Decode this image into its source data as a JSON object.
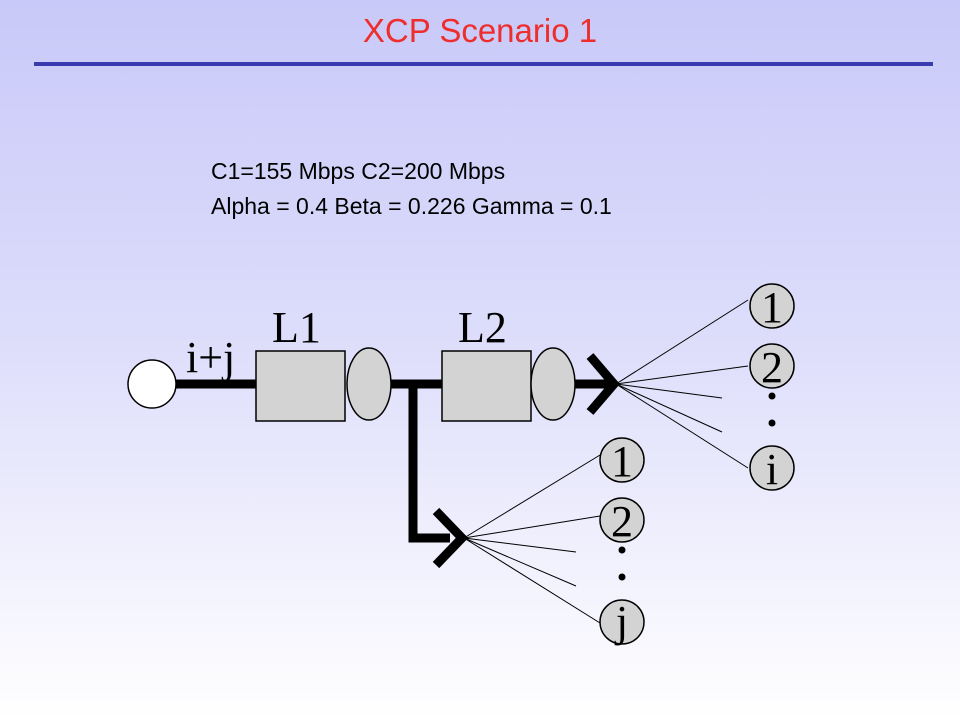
{
  "slide": {
    "title": "XCP Scenario 1"
  },
  "params": {
    "line1": "C1=155 Mbps C2=200 Mbps",
    "line2": "Alpha = 0.4 Beta = 0.226 Gamma = 0.1"
  },
  "diagram": {
    "source_label": "i+j",
    "link1_label": "L1",
    "link2_label": "L2",
    "group_i_nodes": [
      "1",
      "2",
      "i"
    ],
    "group_j_nodes": [
      "1",
      "2",
      "j"
    ]
  }
}
